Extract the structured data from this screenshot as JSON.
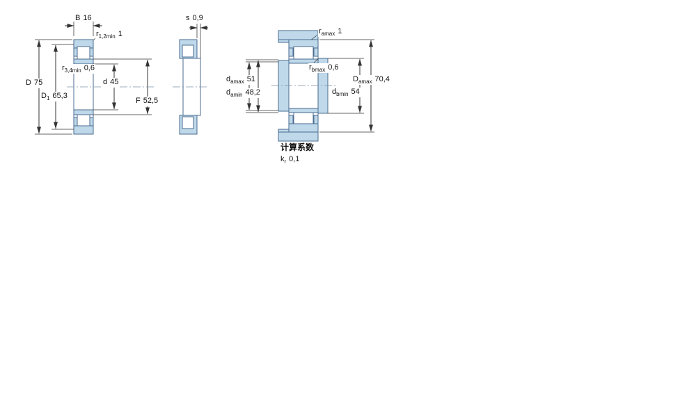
{
  "colors": {
    "part_fill": "#bfd8ea",
    "part_stroke": "#4a6b8f",
    "dimension_lines": "#333333",
    "text": "#111111",
    "background": "#ffffff"
  },
  "views": {
    "left_cross_section": {
      "dims": {
        "B": {
          "base": "B",
          "value": "16"
        },
        "r12": {
          "base": "r",
          "sub": "1,2min",
          "value": "1"
        },
        "r34": {
          "base": "r",
          "sub": "3,4min",
          "value": "0,6"
        },
        "D": {
          "base": "D",
          "value": "75"
        },
        "D1": {
          "base": "D",
          "sub": "1",
          "value": "65,3"
        },
        "d": {
          "base": "d",
          "value": "45"
        },
        "F": {
          "base": "F",
          "value": "52,5"
        }
      }
    },
    "side_view": {
      "dims": {
        "s": {
          "base": "s",
          "value": "0,9"
        }
      }
    },
    "mounting_view": {
      "dims": {
        "ra": {
          "base": "r",
          "sub": "amax",
          "value": "1"
        },
        "rb": {
          "base": "r",
          "sub": "bmax",
          "value": "0,6"
        },
        "da_max": {
          "base": "d",
          "sub": "amax",
          "value": "51"
        },
        "da_min": {
          "base": "d",
          "sub": "amin",
          "value": "48,2"
        },
        "db_min": {
          "base": "d",
          "sub": "bmin",
          "value": "54"
        },
        "Da_max": {
          "base": "D",
          "sub": "amax",
          "value": "70,4"
        }
      }
    },
    "calculation_factors": {
      "heading": "计算系数",
      "kr": {
        "base": "k",
        "sub": "r",
        "value": "0,1"
      }
    }
  }
}
